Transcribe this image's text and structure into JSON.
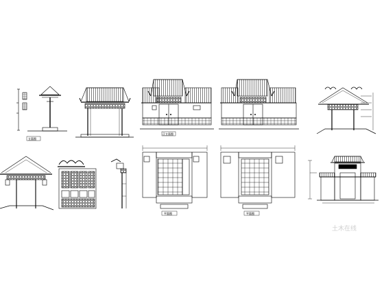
{
  "sheet": {
    "background": "#ffffff",
    "line_color": "#000000",
    "watermark_color": "#cfcfcf"
  },
  "drawings": [
    {
      "id": "pole-gate-elevation",
      "label": "立面图"
    },
    {
      "id": "canopy-gate-elevation",
      "label": ""
    },
    {
      "id": "wall-gate-elevation-1",
      "label": "正立面图"
    },
    {
      "id": "wall-gate-elevation-2",
      "label": ""
    },
    {
      "id": "gate-side-section",
      "label": ""
    },
    {
      "id": "gable-gate-elevation",
      "label": ""
    },
    {
      "id": "lattice-door-elevation",
      "label": ""
    },
    {
      "id": "bracket-detail",
      "label": ""
    },
    {
      "id": "paved-court-plan-1",
      "label": "平面图"
    },
    {
      "id": "paved-court-plan-2",
      "label": "平面图"
    },
    {
      "id": "plaque-gate-elevation",
      "label": ""
    }
  ],
  "watermark": {
    "text": "土木在线"
  }
}
